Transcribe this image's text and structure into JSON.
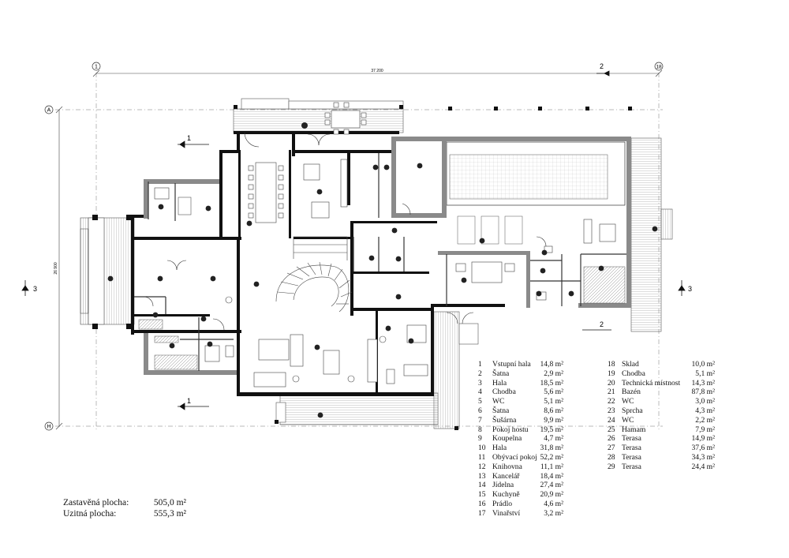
{
  "grid": {
    "left_top": "1",
    "right_top": "18",
    "row_top": "A",
    "row_bottom": "H"
  },
  "dimensions": {
    "overall_width": "37 200",
    "overall_height": "26 900"
  },
  "section_marks": {
    "s1": "1",
    "s2": "2",
    "s3": "3"
  },
  "rooms": [
    {
      "n": "1",
      "name": "Vstupní hala",
      "area": "14,8 m²"
    },
    {
      "n": "2",
      "name": "Šatna",
      "area": "2,9 m²"
    },
    {
      "n": "3",
      "name": "Hala",
      "area": "18,5 m²"
    },
    {
      "n": "4",
      "name": "Chodba",
      "area": "5,6 m²"
    },
    {
      "n": "5",
      "name": "WC",
      "area": "5,1 m²"
    },
    {
      "n": "6",
      "name": "Šatna",
      "area": "8,6 m²"
    },
    {
      "n": "7",
      "name": "Šušárna",
      "area": "9,9 m²"
    },
    {
      "n": "8",
      "name": "Pokoj hostu",
      "area": "19,5 m²"
    },
    {
      "n": "9",
      "name": "Koupelna",
      "area": "4,7 m²"
    },
    {
      "n": "10",
      "name": "Hala",
      "area": "31,8 m²"
    },
    {
      "n": "11",
      "name": "Obývací pokoj",
      "area": "52,2 m²"
    },
    {
      "n": "12",
      "name": "Knihovna",
      "area": "11,1 m²"
    },
    {
      "n": "13",
      "name": "Kancelář",
      "area": "18,4 m²"
    },
    {
      "n": "14",
      "name": "Jídelna",
      "area": "27,4 m²"
    },
    {
      "n": "15",
      "name": "Kuchyně",
      "area": "20,9 m²"
    },
    {
      "n": "16",
      "name": "Prádlo",
      "area": "4,6 m²"
    },
    {
      "n": "17",
      "name": "Vinařství",
      "area": "3,2 m²"
    },
    {
      "n": "18",
      "name": "Sklad",
      "area": "10,0 m²"
    },
    {
      "n": "19",
      "name": "Chodba",
      "area": "5,1 m²"
    },
    {
      "n": "20",
      "name": "Technická místnost",
      "area": "14,3 m²"
    },
    {
      "n": "21",
      "name": "Bazén",
      "area": "87,8 m²"
    },
    {
      "n": "22",
      "name": "WC",
      "area": "3,0 m²"
    },
    {
      "n": "23",
      "name": "Sprcha",
      "area": "4,3 m²"
    },
    {
      "n": "24",
      "name": "WC",
      "area": "2,2 m²"
    },
    {
      "n": "25",
      "name": "Hamam",
      "area": "7,9 m²"
    },
    {
      "n": "26",
      "name": "Terasa",
      "area": "14,9 m²"
    },
    {
      "n": "27",
      "name": "Terasa",
      "area": "37,6 m²"
    },
    {
      "n": "28",
      "name": "Terasa",
      "area": "34,3 m²"
    },
    {
      "n": "29",
      "name": "Terasa",
      "area": "24,4 m²"
    }
  ],
  "summary": {
    "built_label": "Zastavěná plocha:",
    "built_value": "505,0 m²",
    "usable_label": "Uzitná plocha:",
    "usable_value": "555,3 m²"
  }
}
